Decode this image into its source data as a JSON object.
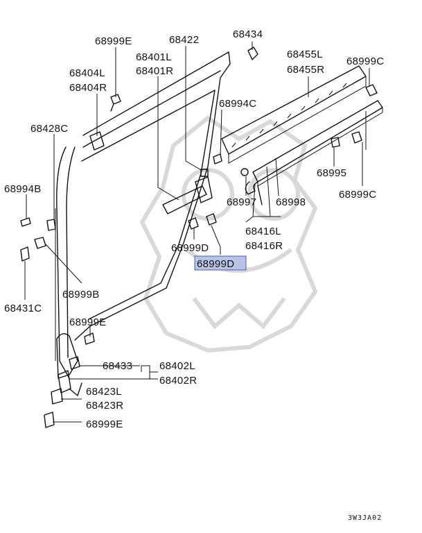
{
  "labels": {
    "l68999e_top": "68999E",
    "l68422": "68422",
    "l68434": "68434",
    "l68401l": "68401L",
    "l68401r": "68401R",
    "l68455l": "68455L",
    "l68455r": "68455R",
    "l68999c_top": "68999C",
    "l68404l": "68404L",
    "l68404r": "68404R",
    "l68994c": "68994C",
    "l68428c": "68428C",
    "l68995": "68995",
    "l68999c_right": "68999C",
    "l68994b": "68994B",
    "l68997": "68997",
    "l68998": "68998",
    "l68416l": "68416L",
    "l68416r": "68416R",
    "l68999d_plain": "68999D",
    "l68999d_highlight": "68999D",
    "l68999b": "68999B",
    "l68431c": "68431C",
    "l68999e_mid": "68999E",
    "l68433": "68433",
    "l68402l": "68402L",
    "l68402r": "68402R",
    "l68423l": "68423L",
    "l68423r": "68423R",
    "l68999e_bot": "68999E"
  },
  "footer": {
    "code": "3W3JA02"
  },
  "colors": {
    "highlight_fill": "#b9c3e6",
    "highlight_border": "#4b5fb0",
    "watermark": "#d9d9d9"
  }
}
